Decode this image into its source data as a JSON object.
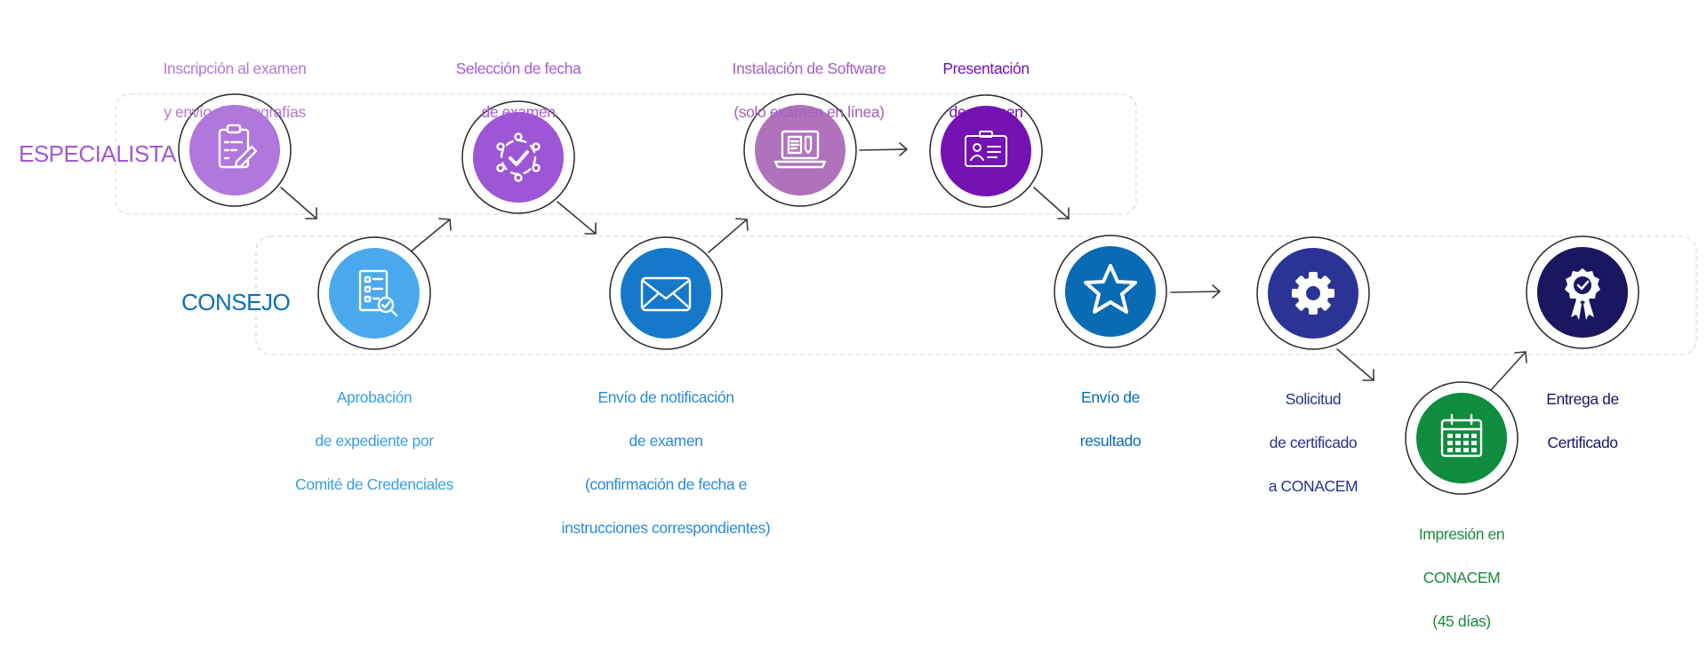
{
  "lanes": {
    "especialista": "ESPECIALISTA",
    "consejo": "CONSEJO"
  },
  "steps": [
    {
      "id": "inscripcion",
      "lane": "especialista",
      "icon": "clipboard-edit-icon",
      "color": "#b077dc",
      "label": [
        "Inscripción al examen",
        "y envío de fotografías"
      ],
      "label_color": "#b07ad6"
    },
    {
      "id": "aprobacion",
      "lane": "consejo",
      "icon": "document-check-icon",
      "color": "#4aa9ee",
      "label": [
        "Aprobación",
        "de expediente por",
        "Comité de Credenciales"
      ],
      "label_color": "#3a9fe8"
    },
    {
      "id": "seleccion",
      "lane": "especialista",
      "icon": "circular-check-icon",
      "color": "#9d56d6",
      "label": [
        "Selección de fecha",
        "de examen"
      ],
      "label_color": "#a45ad8"
    },
    {
      "id": "notificacion",
      "lane": "consejo",
      "icon": "envelope-icon",
      "color": "#1578c9",
      "label": [
        "Envío de notificación",
        "de examen",
        "(confirmación de fecha e",
        "instrucciones correspondientes)"
      ],
      "label_color": "#2b8ad8"
    },
    {
      "id": "instalacion",
      "lane": "especialista",
      "icon": "laptop-document-icon",
      "color": "#b072bd",
      "label": [
        "Instalación de Software",
        "(solo examen en línea)"
      ],
      "label_color": "#a361bd"
    },
    {
      "id": "presentacion",
      "lane": "especialista",
      "icon": "id-card-icon",
      "color": "#7412b4",
      "label": [
        "Presentación",
        "de examen"
      ],
      "label_color": "#7112b0"
    },
    {
      "id": "resultado",
      "lane": "consejo",
      "icon": "star-icon",
      "color": "#0a6bb5",
      "label": [
        "Envío de",
        "resultado"
      ],
      "label_color": "#0a6bb5"
    },
    {
      "id": "solicitud",
      "lane": "consejo",
      "icon": "gear-icon",
      "color": "#2b3496",
      "label": [
        "Solicitud",
        "de certificado",
        "a CONACEM"
      ],
      "label_color": "#27328f"
    },
    {
      "id": "impresion",
      "lane": "none",
      "icon": "calendar-icon",
      "color": "#0f8c3d",
      "label": [
        "Impresión en",
        "CONACEM",
        "(45 días)"
      ],
      "label_color": "#1d8a3c"
    },
    {
      "id": "entrega",
      "lane": "consejo",
      "icon": "award-badge-icon",
      "color": "#1b1660",
      "label": [
        "Entrega de",
        "Certificado"
      ],
      "label_color": "#1b1660"
    }
  ]
}
